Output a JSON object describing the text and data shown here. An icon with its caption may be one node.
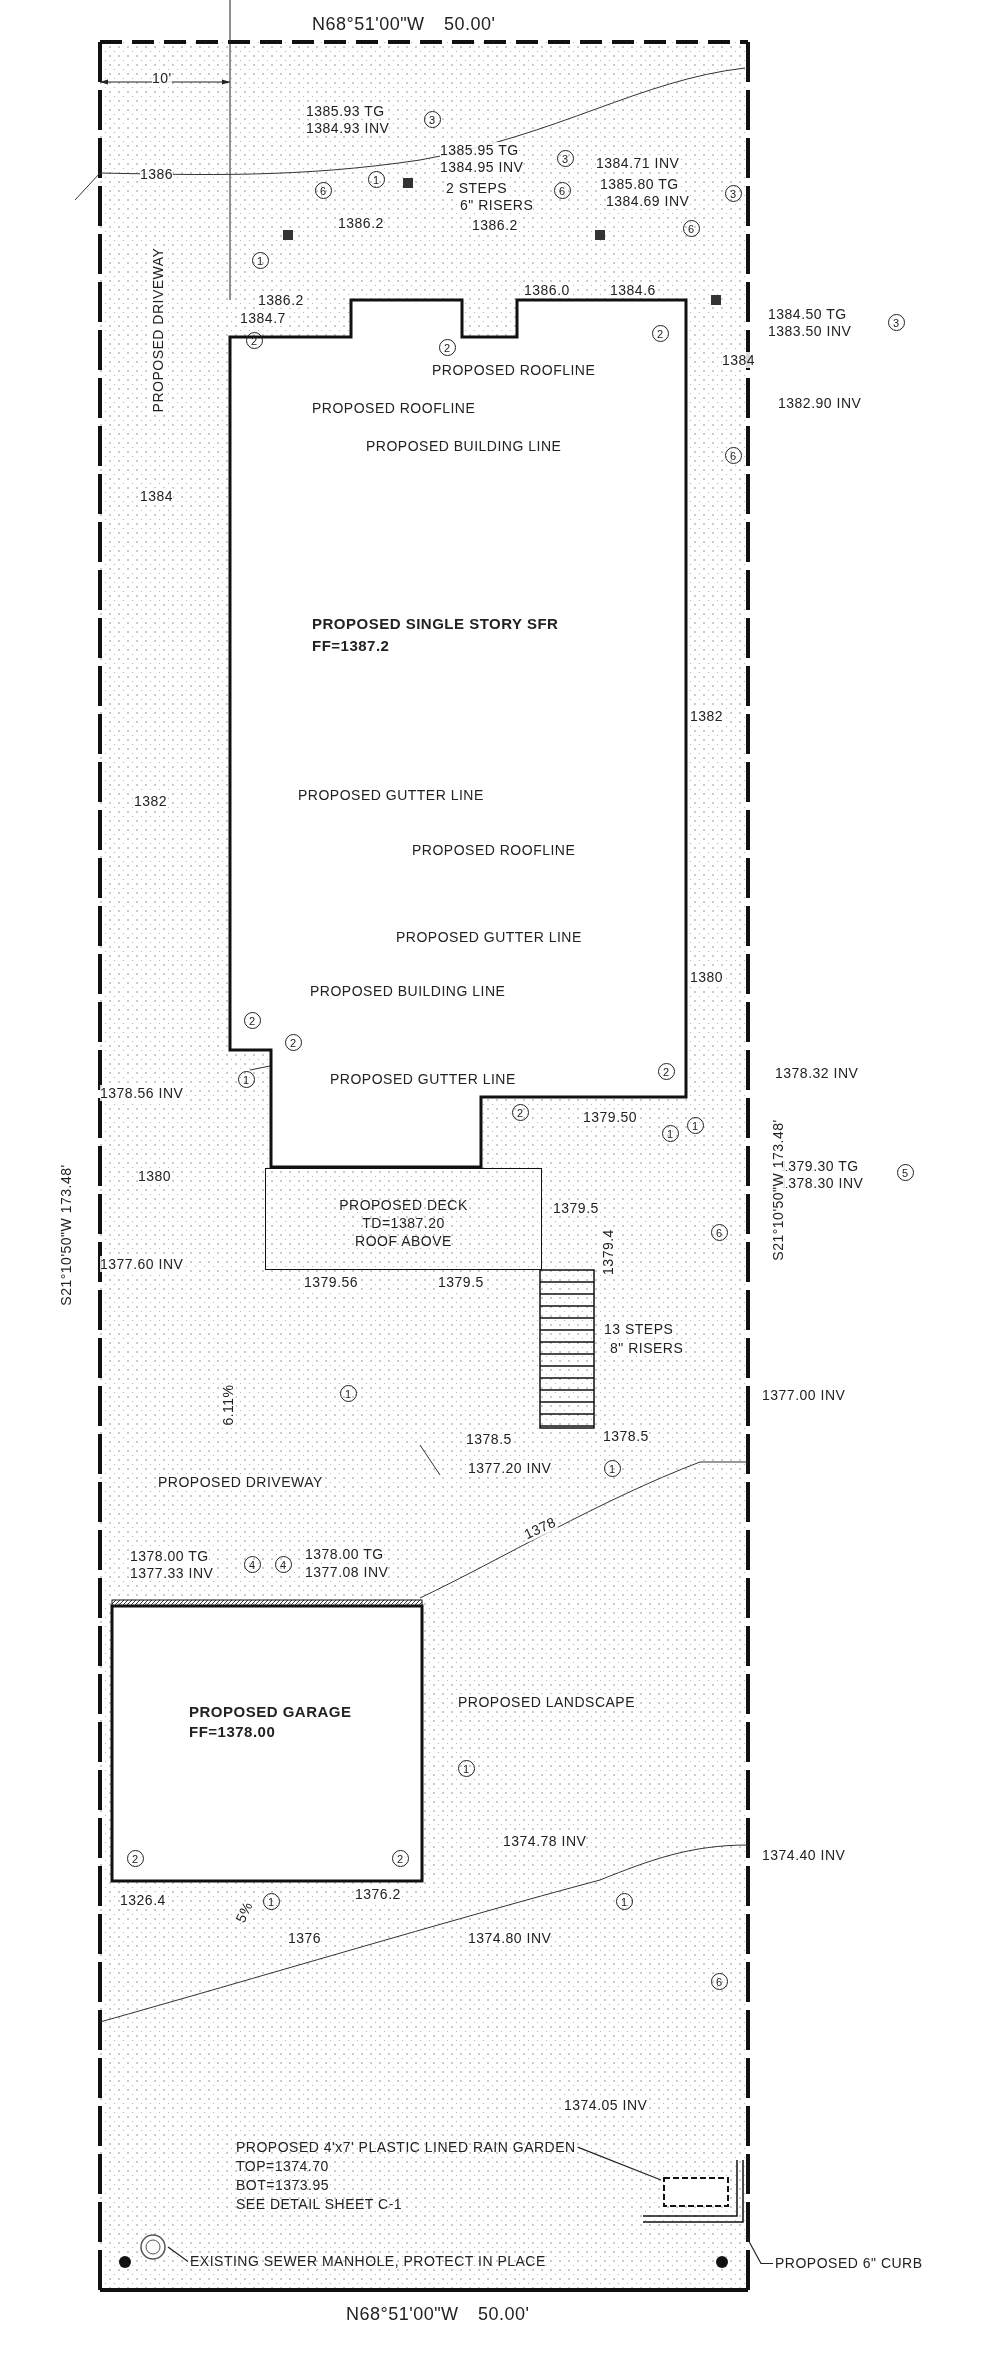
{
  "diagram": {
    "nodes": [
      {
        "text": [
          "PROPOSED SINGLE STORY SFR",
          "FF=1387.2"
        ]
      },
      {
        "text": [
          "PROPOSED DECK",
          "TD=1387.20",
          "ROOF ABOVE"
        ]
      },
      {
        "text": [
          "PROPOSED GARAGE",
          "FF=1378.00"
        ]
      },
      {
        "text": [
          "PROPOSED 4'x7' PLASTIC LINED RAIN GARDEN",
          "TOP=1374.70",
          "BOT=1373.95",
          "SEE DETAIL SHEET C-1"
        ]
      },
      {
        "text": [],
        "shape": "box"
      },
      {
        "text": [
          "EXISTING SEWER MANHOLE, PROTECT IN PLACE"
        ]
      },
      {
        "text": [],
        "shape": "circle"
      },
      {
        "text": [
          "PROPOSED 6\" CURB"
        ]
      }
    ],
    "edges": [
      {
        "from": 3,
        "to": 4,
        "arrow": "none"
      },
      {
        "from": 5,
        "to": 6,
        "arrow": "none"
      },
      {
        "from": 7,
        "to": null,
        "arrow": "none"
      }
    ],
    "labels": [
      "N68°51'00\"W 50.00'",
      "10'",
      "1385.93 TG",
      "1384.93 INV",
      "3",
      "1385.95 TG",
      "1384.95 INV",
      "3",
      "1384.71 INV",
      "1385.80 TG",
      "1384.69 INV",
      "3",
      "2 STEPS",
      "6\" RISERS",
      "6",
      "1",
      "6",
      "6",
      "1386",
      "1386.2",
      "1386.2",
      "1386.2",
      "1384.7",
      "1386.0",
      "1384.6",
      "1384.50 TG",
      "1383.50 INV",
      "3",
      "1384",
      "1382.90 INV",
      "2",
      "2",
      "2",
      "1",
      "PROPOSED ROOFLINE",
      "PROPOSED DRIVEWAY",
      "PROPOSED ROOFLINE",
      "PROPOSED BUILDING LINE",
      "6",
      "1384",
      "1382",
      "PROPOSED GUTTER LINE",
      "1382",
      "PROPOSED ROOFLINE",
      "PROPOSED GUTTER LINE",
      "PROPOSED BUILDING LINE",
      "1380",
      "2",
      "2",
      "1",
      "PROPOSED GUTTER LINE",
      "1378.56 INV",
      "2",
      "2",
      "1379.50",
      "1",
      "1",
      "1378.32 INV",
      "1380",
      "1379.30 TG",
      "1378.30 INV",
      "5",
      "S21°10'50\"W 173.48'",
      "S21°10'50\"W 173.48'",
      "1379.5",
      "1377.60 INV",
      "1379.56",
      "1379.5",
      "1379.4",
      "6",
      "13 STEPS",
      "8\" RISERS",
      "1377.00 INV",
      "6.11%",
      "1",
      "1378.5",
      "1378.5",
      "1377.20 INV",
      "1",
      "PROPOSED DRIVEWAY",
      "1378",
      "1378.00 TG",
      "1377.33 INV",
      "4",
      "4",
      "1378.00 TG",
      "1377.08 INV",
      "PROPOSED LANDSCAPE",
      "1",
      "1374.78 INV",
      "2",
      "2",
      "1374.40 INV",
      "1326.4",
      "1",
      "5%",
      "1376.2",
      "1",
      "1376",
      "1374.80 INV",
      "6",
      "1374.05 INV",
      "N68°51'00\"W 50.00'"
    ]
  }
}
